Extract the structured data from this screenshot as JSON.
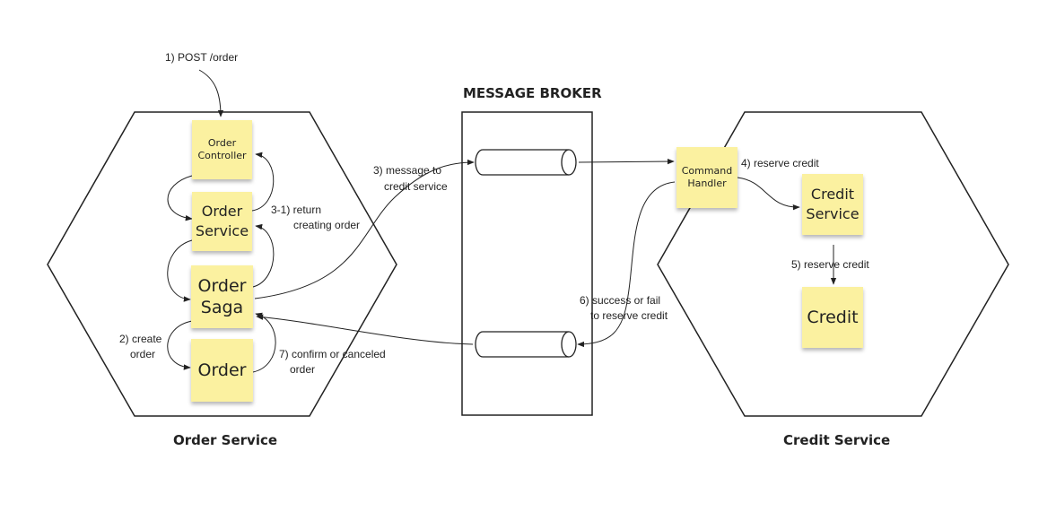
{
  "titles": {
    "order_service": "Order Service",
    "message_broker": "MESSAGE BROKER",
    "credit_service": "Credit Service"
  },
  "notes": {
    "order_controller": "Order\nController",
    "order_service": "Order\nService",
    "order_saga": "Order\nSaga",
    "order": "Order",
    "command_handler": "Command\nHandler",
    "credit_service": "Credit\nService",
    "credit": "Credit"
  },
  "labels": {
    "post_order": "1) POST /order",
    "create_order_1": "2) create",
    "create_order_2": "order",
    "message_to_1": "3) message to",
    "message_to_2": "credit service",
    "return_1": "3-1) return",
    "return_2": "creating  order",
    "reserve_credit_4": "4) reserve credit",
    "reserve_credit_5": "5) reserve credit",
    "success_fail_1": "6) success or fail",
    "success_fail_2": "to reserve credit",
    "confirm_1": "7) confirm or canceled",
    "confirm_2": "order"
  },
  "colors": {
    "sticky_note": "#fbf1a0",
    "stroke": "#222222",
    "background": "#ffffff"
  }
}
